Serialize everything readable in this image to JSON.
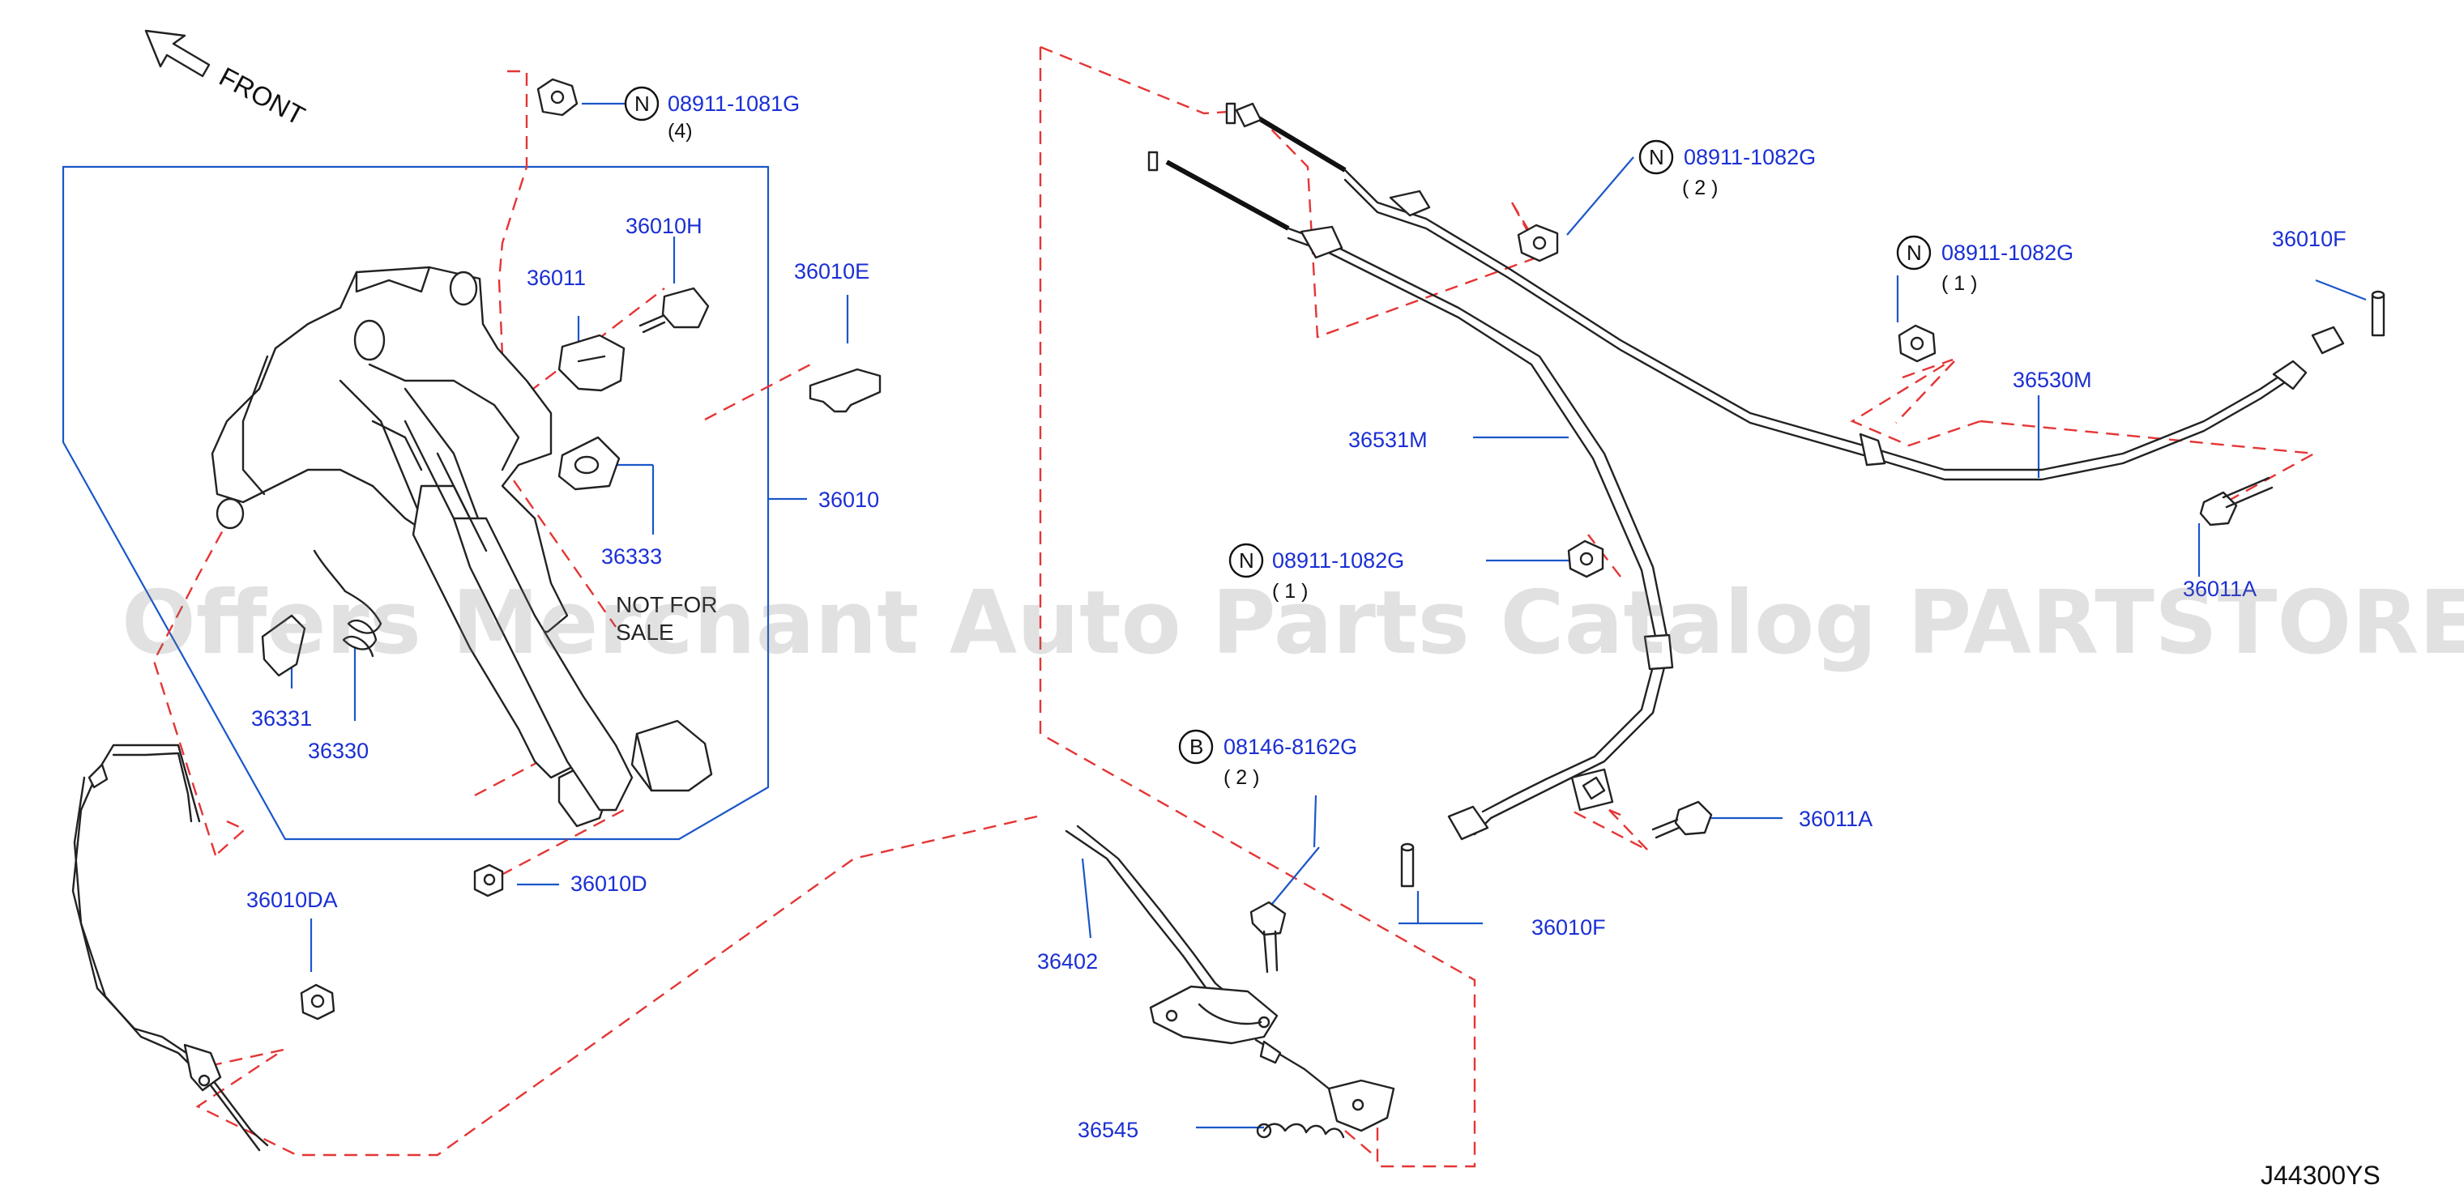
{
  "diagram": {
    "front_label": "FRONT",
    "watermark": "Offers Merchant Auto Parts Catalog PARTSTORE.SA",
    "not_for_sale": [
      "NOT FOR",
      "SALE"
    ],
    "reference_code": "J44300YS",
    "colors": {
      "label_blue": "#1a2fd4",
      "leader_blue": "#1a57c8",
      "dashed_red": "#e53535",
      "drawing_black": "#222222"
    },
    "part_labels": {
      "p36010H": "36010H",
      "p36011": "36011",
      "p36010E": "36010E",
      "p36010": "36010",
      "p36333": "36333",
      "p36331": "36331",
      "p36330": "36330",
      "p36010D": "36010D",
      "p36010DA": "36010DA",
      "p36531M": "36531M",
      "p36530M": "36530M",
      "p36010F_top": "36010F",
      "p36011A_right": "36011A",
      "p36011A_mid": "36011A",
      "p36010F_bottom": "36010F",
      "p36402": "36402",
      "p36545": "36545"
    },
    "callouts": [
      {
        "marker": "N",
        "part": "08911-1081G",
        "qty": "(4)"
      },
      {
        "marker": "N",
        "part": "08911-1082G",
        "qty": "( 2 )"
      },
      {
        "marker": "N",
        "part": "08911-1082G",
        "qty": "( 1 )"
      },
      {
        "marker": "N",
        "part": "08911-1082G",
        "qty": "( 1 )"
      },
      {
        "marker": "B",
        "part": "08146-8162G",
        "qty": "( 2 )"
      }
    ]
  }
}
